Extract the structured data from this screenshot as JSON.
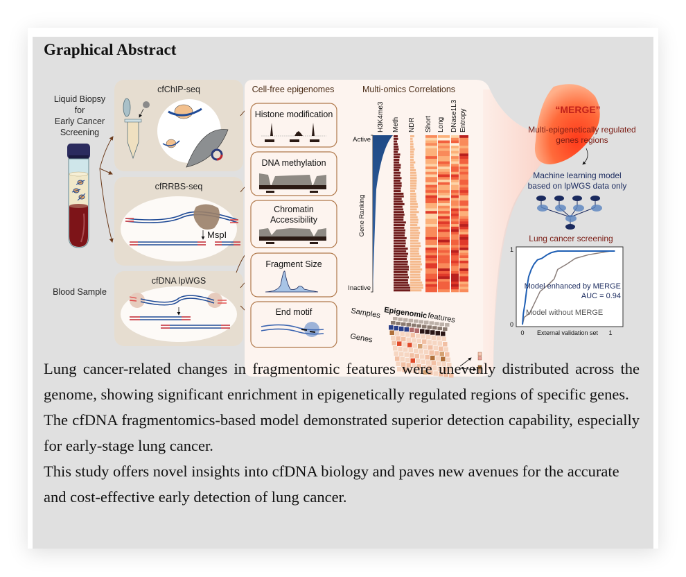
{
  "section_title": "Graphical Abstract",
  "figure": {
    "left": {
      "liquid_biopsy_lines": [
        "Liquid Biopsy",
        "for",
        "Early Cancer",
        "Screening"
      ],
      "blood_sample_label": "Blood Sample"
    },
    "assays": [
      {
        "label": "cfChIP-seq"
      },
      {
        "label": "cfRRBS-seq",
        "enzyme_label": "MspI"
      },
      {
        "label": "cfDNA lpWGS"
      }
    ],
    "epigenomes": {
      "header": "Cell-free epigenomes",
      "boxes": [
        {
          "lines": [
            "Histone modification"
          ]
        },
        {
          "lines": [
            "DNA methylation"
          ]
        },
        {
          "lines": [
            "Chromatin",
            "Accessibility"
          ]
        },
        {
          "lines": [
            "Fragment Size"
          ]
        },
        {
          "lines": [
            "End motif"
          ]
        }
      ]
    },
    "correlations": {
      "header": "Multi-omics Correlations",
      "columns": [
        "H3K4me3",
        "Meth",
        "NDR",
        "Short",
        "Long",
        "DNase1L3",
        "Entropy"
      ],
      "row_axis_label": "Gene Ranking",
      "top_label": "Active",
      "bottom_label": "Inactive",
      "tensor": {
        "title_big": "Epigenomic",
        "title_small": "features",
        "samples_label": "Samples",
        "genes_label": "Genes"
      }
    },
    "merge": {
      "blob_label": "“MERGE”",
      "subtitle_lines": [
        "Multi-epigenetically regulated",
        "genes regions"
      ],
      "model_lines": [
        "Machine learning model",
        "based on lpWGS data only"
      ]
    },
    "roc": {
      "title": "Lung cancer screening",
      "x_label": "External validation set",
      "x_ticks": [
        "0",
        "1"
      ],
      "y_ticks": [
        "0",
        "1"
      ],
      "enhanced_label": "Model enhanced by MERGE",
      "auc_label": "AUC = 0.94",
      "baseline_label": "Model without MERGE",
      "colors": {
        "enhanced": "#1f5fb4",
        "baseline": "#8a7e7a"
      }
    }
  },
  "summary_paragraphs": [
    "Lung cancer-related changes in fragmentomic features were unevenly distributed across the genome, showing significant enrichment in epigenetically regulated regions of specific genes.",
    "The cfDNA fragmentomics-based model demonstrated superior detection capability, especially for early-stage lung cancer.",
    "This study offers novel insights into cfDNA biology and paves new avenues for the accurate and cost-effective early detection of lung cancer."
  ],
  "colors": {
    "panel_bg": "#e0e0e0",
    "assay_box": "#e6ddd0",
    "epigenome_bg": "#fdf4ef",
    "box_border": "#b0784a",
    "merge_text": "#c0201a",
    "merge_subtitle": "#7a1c14",
    "model_text": "#1a2a5e"
  }
}
